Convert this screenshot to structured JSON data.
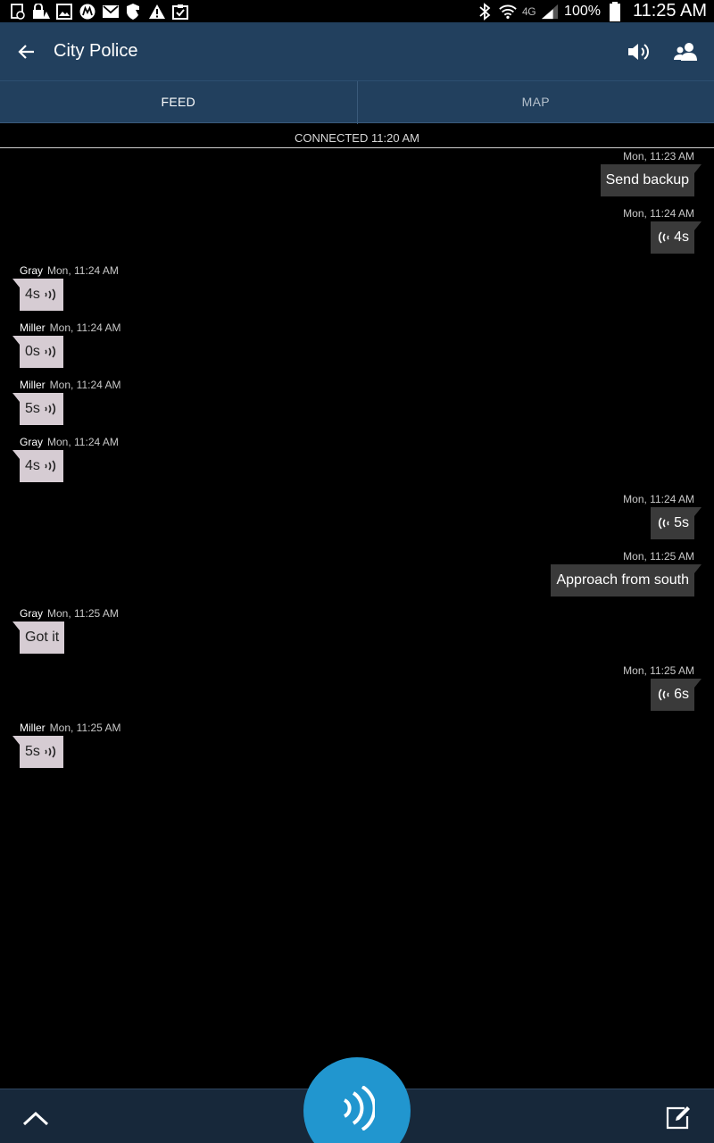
{
  "status_bar": {
    "left_icons": [
      "sync-icon",
      "lock-alert-icon",
      "image-icon",
      "motorola-icon",
      "mail-icon",
      "shield-icon",
      "warning-icon",
      "clipboard-check-icon"
    ],
    "network": "4G",
    "battery": "100%",
    "time": "11:25 AM"
  },
  "appbar": {
    "title": "City Police"
  },
  "tabs": [
    {
      "label": "FEED",
      "active": true
    },
    {
      "label": "MAP",
      "active": false
    }
  ],
  "connected_label": "CONNECTED 11:20 AM",
  "messages": [
    {
      "direction": "out",
      "time": "Mon, 11:23 AM",
      "text": "Send backup"
    },
    {
      "direction": "out",
      "time": "Mon, 11:24 AM",
      "text": "4s",
      "voice": true
    },
    {
      "direction": "in",
      "sender": "Gray",
      "time": "Mon, 11:24 AM",
      "text": "4s",
      "voice": true
    },
    {
      "direction": "in",
      "sender": "Miller",
      "time": "Mon, 11:24 AM",
      "text": "0s",
      "voice": true
    },
    {
      "direction": "in",
      "sender": "Miller",
      "time": "Mon, 11:24 AM",
      "text": "5s",
      "voice": true
    },
    {
      "direction": "in",
      "sender": "Gray",
      "time": "Mon, 11:24 AM",
      "text": "4s",
      "voice": true
    },
    {
      "direction": "out",
      "time": "Mon, 11:24 AM",
      "text": "5s",
      "voice": true
    },
    {
      "direction": "out",
      "time": "Mon, 11:25 AM",
      "text": "Approach from south"
    },
    {
      "direction": "in",
      "sender": "Gray",
      "time": "Mon, 11:25 AM",
      "text": "Got it"
    },
    {
      "direction": "out",
      "time": "Mon, 11:25 AM",
      "text": "6s",
      "voice": true
    },
    {
      "direction": "in",
      "sender": "Miller",
      "time": "Mon, 11:25 AM",
      "text": "5s",
      "voice": true
    }
  ],
  "colors": {
    "appbar": "#22405e",
    "ptt": "#2196cf",
    "bubble_out": "#3a3a3a",
    "bubble_in": "#d6ccd3"
  }
}
